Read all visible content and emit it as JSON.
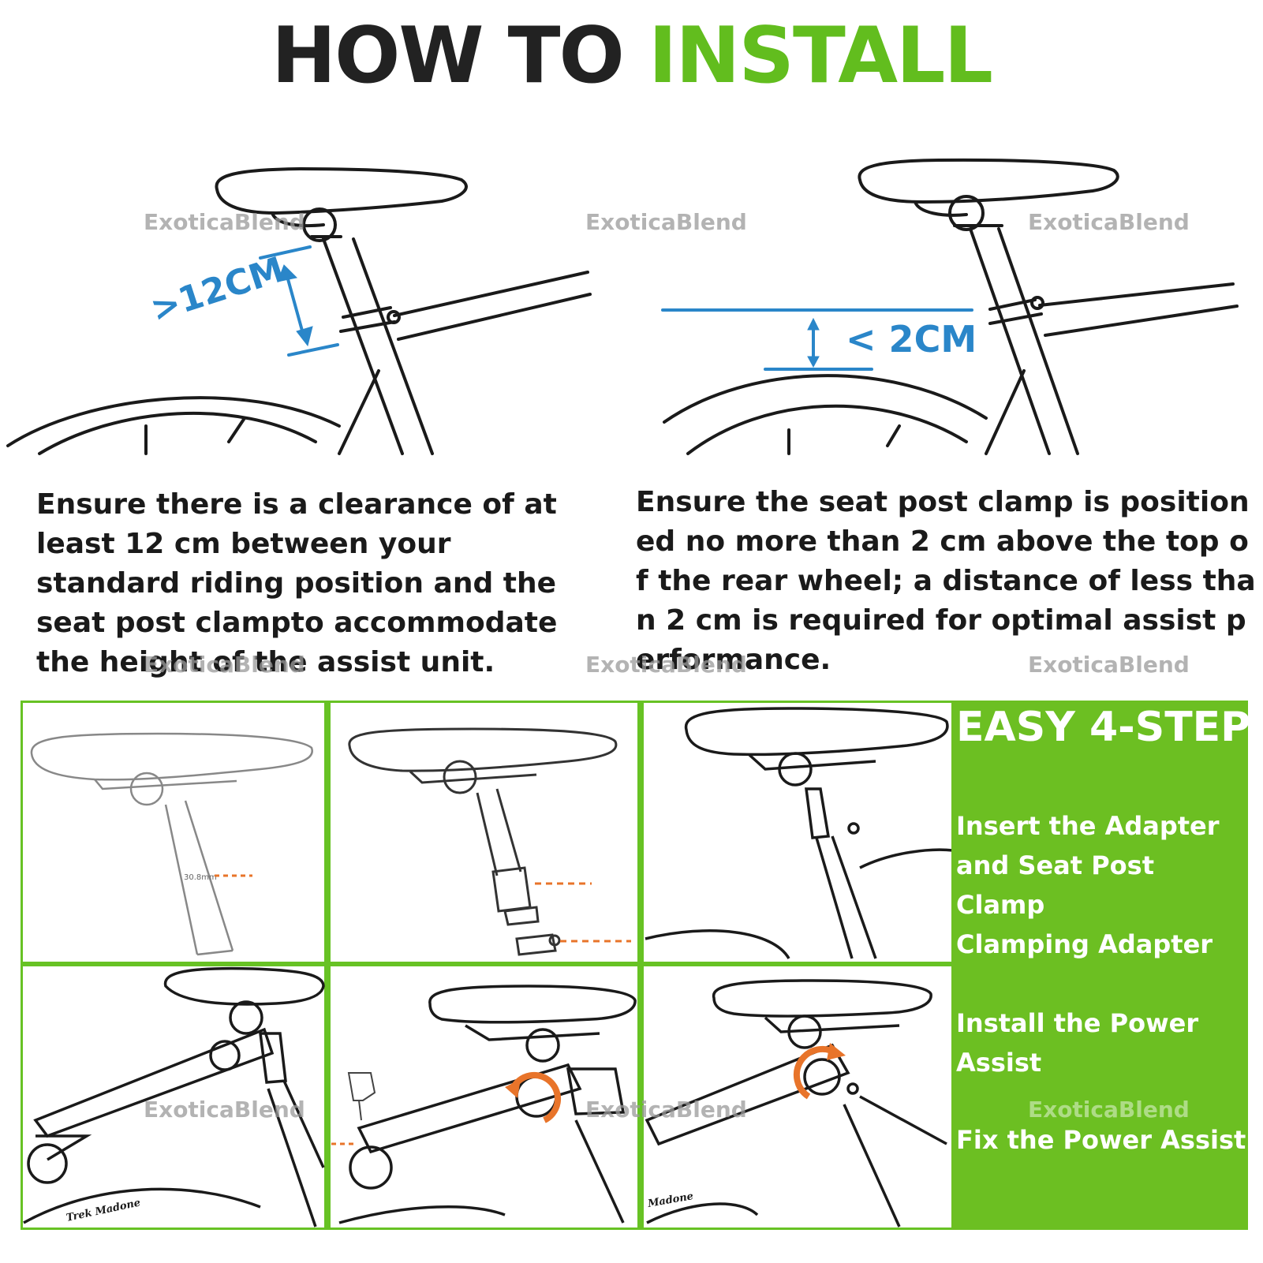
{
  "title": {
    "part1": "HOW TO",
    "part2": "INSTALL"
  },
  "watermark": "ExoticaBlend",
  "left_diagram": {
    "dimension": ">12CM"
  },
  "right_diagram": {
    "dimension": "< 2CM"
  },
  "left_text": "Ensure there is a clearance of at least 12 cm between your standard riding position and the seat post clampto accommodate the height of the assist unit.",
  "right_text": "Ensure the seat post clamp is positioned no more than 2 cm above the top of the rear wheel; a distance of less than 2 cm is required for optimal assist performance.",
  "steps_panel": {
    "title": "EASY 4-STEP",
    "steps": [
      "Insert the Adapter and Seat Post Clamp",
      "Clamping Adapter",
      "Install the Power Assist",
      "Fix the Power Assist"
    ]
  },
  "cells": {
    "seatpost_label": "30.8mm",
    "frame_text_1": "Trek Madone",
    "frame_text_2": "Madone"
  },
  "colors": {
    "green": "#62bd1e",
    "panel_green": "#6cbf22",
    "dimension_blue": "#2a86c9",
    "orange": "#e8742a"
  }
}
